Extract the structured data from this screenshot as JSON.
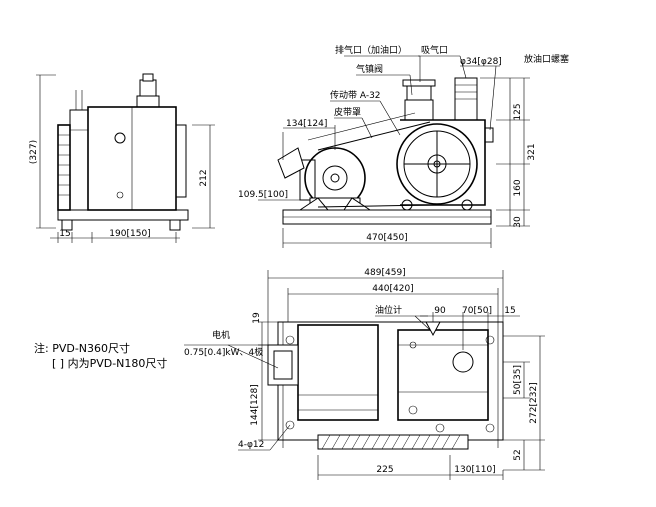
{
  "labels": {
    "exhaust_port": "排气口（加油口）",
    "intake_port": "吸气口",
    "gas_ballast_valve": "气镇阀",
    "drain_plug": "放油口螺塞",
    "belt": "传动带 A-32",
    "belt_cover": "皮带罩",
    "oil_gauge": "油位计",
    "motor": "电机",
    "motor_spec": "0.75[0.4]kW、4极"
  },
  "dimensions": {
    "intake_dia": "φ34[φ28]",
    "side_height": "(327)",
    "side_212": "212",
    "side_15": "15",
    "side_190": "190[150]",
    "front_134": "134[124]",
    "front_109": "109.5[100]",
    "front_470": "470[450]",
    "front_125": "125",
    "front_321": "321",
    "front_160": "160",
    "front_30": "30",
    "top_489": "489[459]",
    "top_440": "440[420]",
    "top_90": "90",
    "top_70": "70[50]",
    "top_15": "15",
    "top_19": "19",
    "top_144": "144[128]",
    "top_50": "50[35]",
    "top_272": "272[232]",
    "top_52": "52",
    "top_225": "225",
    "top_130": "130[110]",
    "top_holes": "4-φ12"
  },
  "notes": {
    "line1": "注: PVD-N360尺寸",
    "line2": "[  ] 内为PVD-N180尺寸"
  }
}
